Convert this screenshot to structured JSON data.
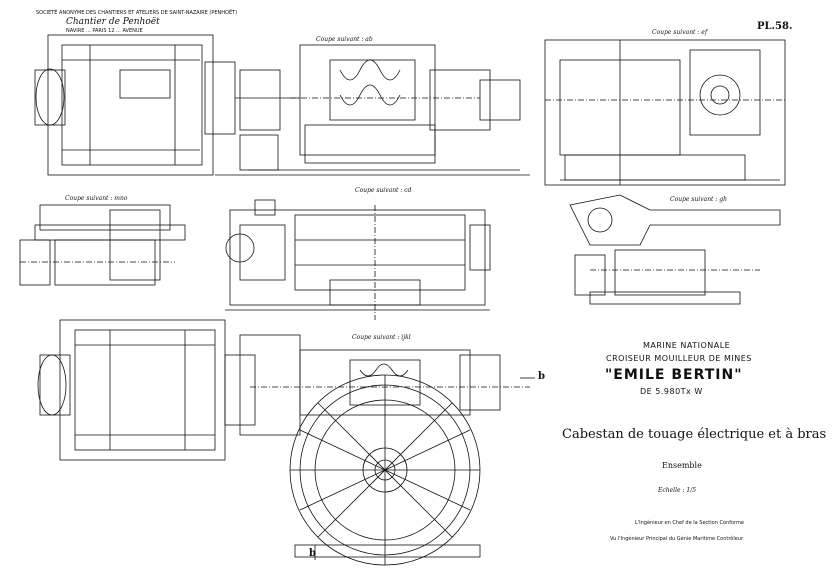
{
  "header": {
    "company_line": "SOCIÉTÉ ANONYME DES CHANTIERS ET ATELIERS DE SAINT-NAZAIRE (PENHOËT)",
    "yard": "Chantier de Penhoët",
    "location": "NAVIRE ... PARIS 12 ... AVENUE",
    "plate": "PL.58."
  },
  "sections": {
    "ab": "Coupe suivant : ab",
    "ef": "Coupe suivant : ef",
    "mno": "Coupe suivant : mno",
    "cd": "Coupe suivant : cd",
    "gh": "Coupe suivant : gh",
    "ijkl": "Coupe suivant : ijkl"
  },
  "title_block": {
    "line1": "MARINE NATIONALE",
    "line2": "CROISEUR MOUILLEUR DE MINES",
    "ship": "\"EMILE BERTIN\"",
    "displacement": "DE 5.980Tx W",
    "drawing_title": "Cabestan de touage électrique et à bras",
    "subtitle": "Ensemble",
    "scale": "Echelle : 1/5",
    "approval": "L'Ingénieur en Chef de la Section Conforme",
    "signature_line": "Vu l'Ingénieur Principal du Génie Maritime Contrôleur"
  },
  "side_letters": {
    "b_right": "b",
    "b_bottom": "b"
  }
}
